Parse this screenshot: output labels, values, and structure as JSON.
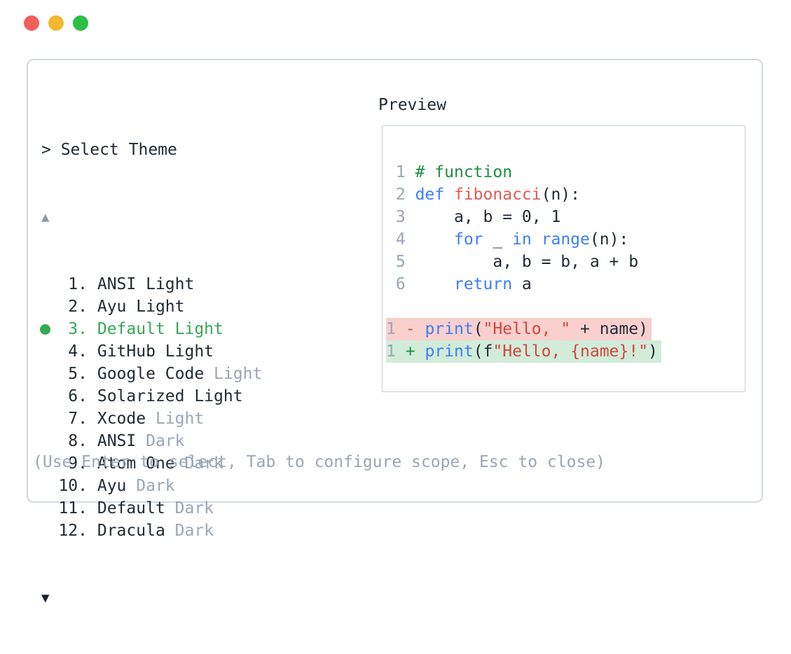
{
  "window": {
    "traffic_lights": [
      {
        "name": "close",
        "color": "#f2605a"
      },
      {
        "name": "minimize",
        "color": "#f5b82e"
      },
      {
        "name": "zoom",
        "color": "#2dbe45"
      }
    ]
  },
  "theme_picker": {
    "prompt": "> Select Theme",
    "scroll_up_icon": "▲",
    "scroll_down_icon": "▼",
    "items": [
      {
        "num": "1.",
        "selected": false,
        "parts": [
          {
            "text": "ANSI Light",
            "muted": false
          }
        ]
      },
      {
        "num": "2.",
        "selected": false,
        "parts": [
          {
            "text": "Ayu Light",
            "muted": false
          }
        ]
      },
      {
        "num": "3.",
        "selected": true,
        "parts": [
          {
            "text": "Default Light",
            "muted": false
          }
        ]
      },
      {
        "num": "4.",
        "selected": false,
        "parts": [
          {
            "text": "GitHub Light",
            "muted": false
          }
        ]
      },
      {
        "num": "5.",
        "selected": false,
        "parts": [
          {
            "text": "Google Code ",
            "muted": false
          },
          {
            "text": "Light",
            "muted": true
          }
        ]
      },
      {
        "num": "6.",
        "selected": false,
        "parts": [
          {
            "text": "Solarized Light",
            "muted": false
          }
        ]
      },
      {
        "num": "7.",
        "selected": false,
        "parts": [
          {
            "text": "Xcode ",
            "muted": false
          },
          {
            "text": "Light",
            "muted": true
          }
        ]
      },
      {
        "num": "8.",
        "selected": false,
        "parts": [
          {
            "text": "ANSI ",
            "muted": false
          },
          {
            "text": "Dark",
            "muted": true
          }
        ]
      },
      {
        "num": "9.",
        "selected": false,
        "parts": [
          {
            "text": "Atom One ",
            "muted": false
          },
          {
            "text": "Dark",
            "muted": true
          }
        ]
      },
      {
        "num": "10.",
        "selected": false,
        "parts": [
          {
            "text": "Ayu ",
            "muted": false
          },
          {
            "text": "Dark",
            "muted": true
          }
        ]
      },
      {
        "num": "11.",
        "selected": false,
        "parts": [
          {
            "text": "Default ",
            "muted": false
          },
          {
            "text": "Dark",
            "muted": true
          }
        ]
      },
      {
        "num": "12.",
        "selected": false,
        "parts": [
          {
            "text": "Dracula ",
            "muted": false
          },
          {
            "text": "Dark",
            "muted": true
          }
        ]
      }
    ],
    "hint": "(Use Enter to select, Tab to configure scope, Esc to close)"
  },
  "preview": {
    "title": "Preview",
    "code_lines": [
      {
        "num": "1",
        "tokens": [
          [
            "# function",
            "comment"
          ]
        ]
      },
      {
        "num": "2",
        "tokens": [
          [
            "def",
            "keyword"
          ],
          [
            " ",
            "plain"
          ],
          [
            "fibonacci",
            "function"
          ],
          [
            "(n):",
            "plain"
          ]
        ]
      },
      {
        "num": "3",
        "tokens": [
          [
            "    a, b = 0, 1",
            "plain"
          ]
        ]
      },
      {
        "num": "4",
        "tokens": [
          [
            "    ",
            "plain"
          ],
          [
            "for",
            "keyword"
          ],
          [
            " _ ",
            "plain"
          ],
          [
            "in",
            "keyword"
          ],
          [
            " ",
            "plain"
          ],
          [
            "range",
            "keyword"
          ],
          [
            "(n):",
            "plain"
          ]
        ]
      },
      {
        "num": "5",
        "tokens": [
          [
            "        a, b = b, a + b",
            "plain"
          ]
        ]
      },
      {
        "num": "6",
        "tokens": [
          [
            "    ",
            "plain"
          ],
          [
            "return",
            "keyword"
          ],
          [
            " a",
            "plain"
          ]
        ]
      },
      {
        "blank": true
      },
      {
        "num": "1",
        "diff": "del",
        "sign": "-",
        "tokens": [
          [
            "print",
            "keyword"
          ],
          [
            "(",
            "plain"
          ],
          [
            "\"Hello, \"",
            "string"
          ],
          [
            " + name)",
            "plain"
          ]
        ]
      },
      {
        "num": "1",
        "diff": "add",
        "sign": "+",
        "tokens": [
          [
            "print",
            "keyword"
          ],
          [
            "(f",
            "plain"
          ],
          [
            "\"Hello, {name}!\"",
            "string"
          ],
          [
            ")",
            "plain"
          ]
        ]
      }
    ]
  },
  "colors": {
    "selection_green": "#34a853",
    "text_dark": "#212b36",
    "text_muted": "#9aa6b6",
    "border": "#d2d8e2",
    "preview_border": "#c9d1dd",
    "keyword_blue": "#3d7ef5",
    "comment_green": "#1e8e3e",
    "name_red": "#e25a52",
    "string_red": "#d5443c",
    "line_number_gray": "#9aa5b5",
    "diff_del_bg": "#f9d0cd",
    "diff_add_bg": "#d2ecda",
    "diff_del_sign": "#db4b42",
    "diff_add_sign": "#1e8e3e",
    "scroll_up_gray": "#8e9bb0",
    "scroll_down_dark": "#1a2330",
    "traffic_red": "#f2605a",
    "traffic_yellow": "#f5b82e",
    "traffic_green": "#2dbe45"
  }
}
